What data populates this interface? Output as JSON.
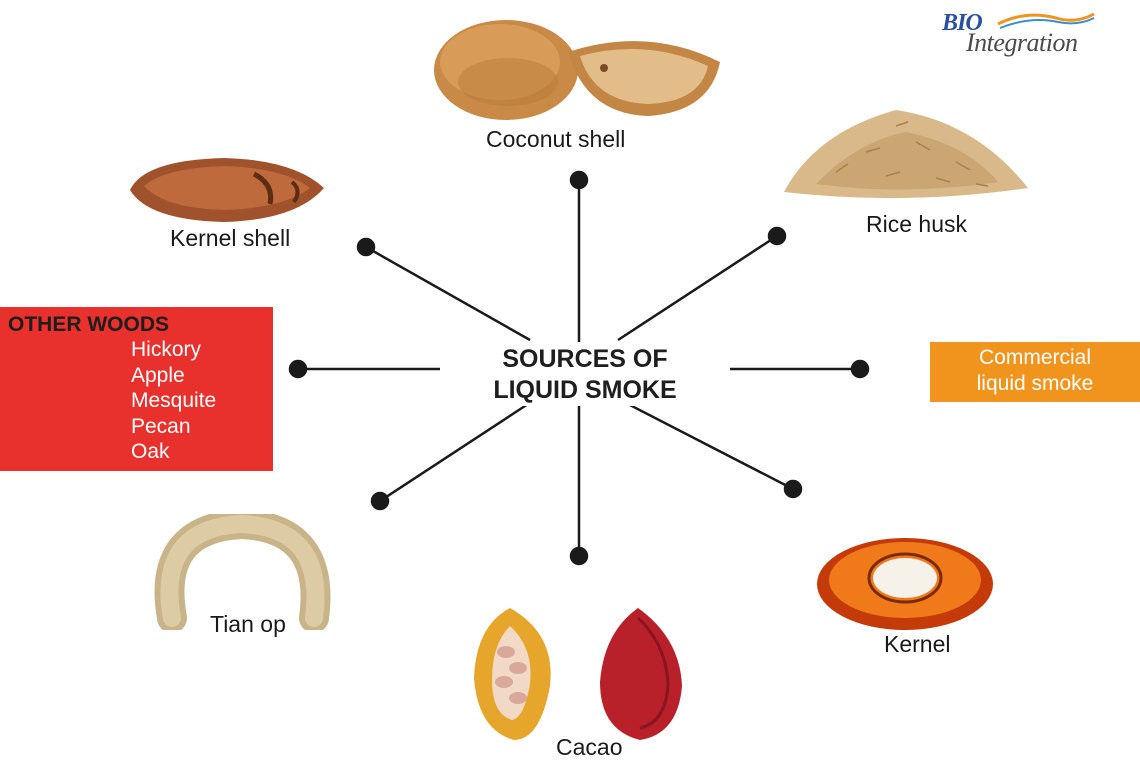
{
  "diagram": {
    "center_title_line1": "SOURCES OF",
    "center_title_line2": "LIQUID SMOKE",
    "sources": {
      "coconut_shell": "Coconut shell",
      "rice_husk": "Rice husk",
      "kernel_shell": "Kernel shell",
      "tian_op": "Tian op",
      "cacao": "Cacao",
      "kernel": "Kernel"
    },
    "other_woods": {
      "title": "OTHER WOODS",
      "items": [
        "Hickory",
        "Apple",
        "Mesquite",
        "Pecan",
        "Oak"
      ]
    },
    "commercial": {
      "line1": "Commercial",
      "line2": "liquid smoke"
    }
  },
  "logo": {
    "bio": "BIO",
    "integration": "Integration"
  },
  "colors": {
    "other_woods_box": "#e8302c",
    "commercial_box": "#f0941e",
    "spoke_line": "#1a1a1a",
    "logo_blue": "#2a4fa0",
    "logo_orange": "#f0941e"
  }
}
